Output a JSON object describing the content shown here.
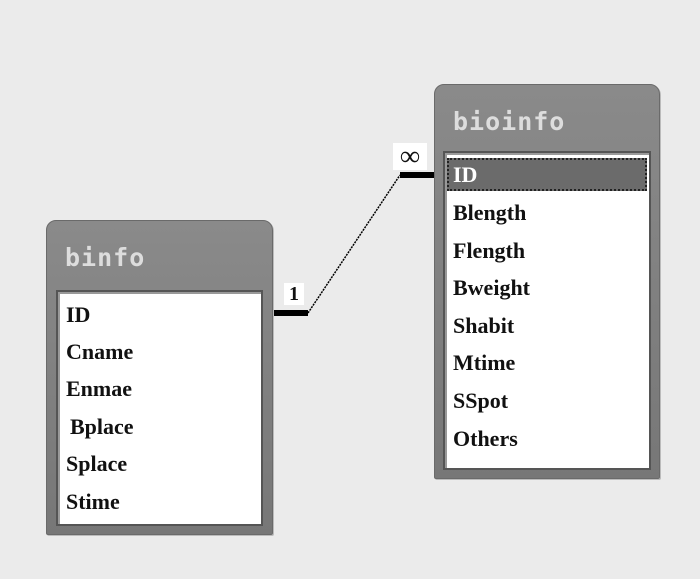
{
  "tables": [
    {
      "name": "binfo",
      "fields": [
        "ID",
        "Cname",
        "Enmae",
        "Bplace",
        "Splace",
        "Stime"
      ]
    },
    {
      "name": "bioinfo",
      "fields": [
        "ID",
        "Blength",
        "Flength",
        "Bweight",
        "Shabit",
        "Mtime",
        "SSpot",
        "Others"
      ],
      "selected_field": "ID"
    }
  ],
  "relationship": {
    "one_label": "1",
    "many_label": "∞"
  }
}
